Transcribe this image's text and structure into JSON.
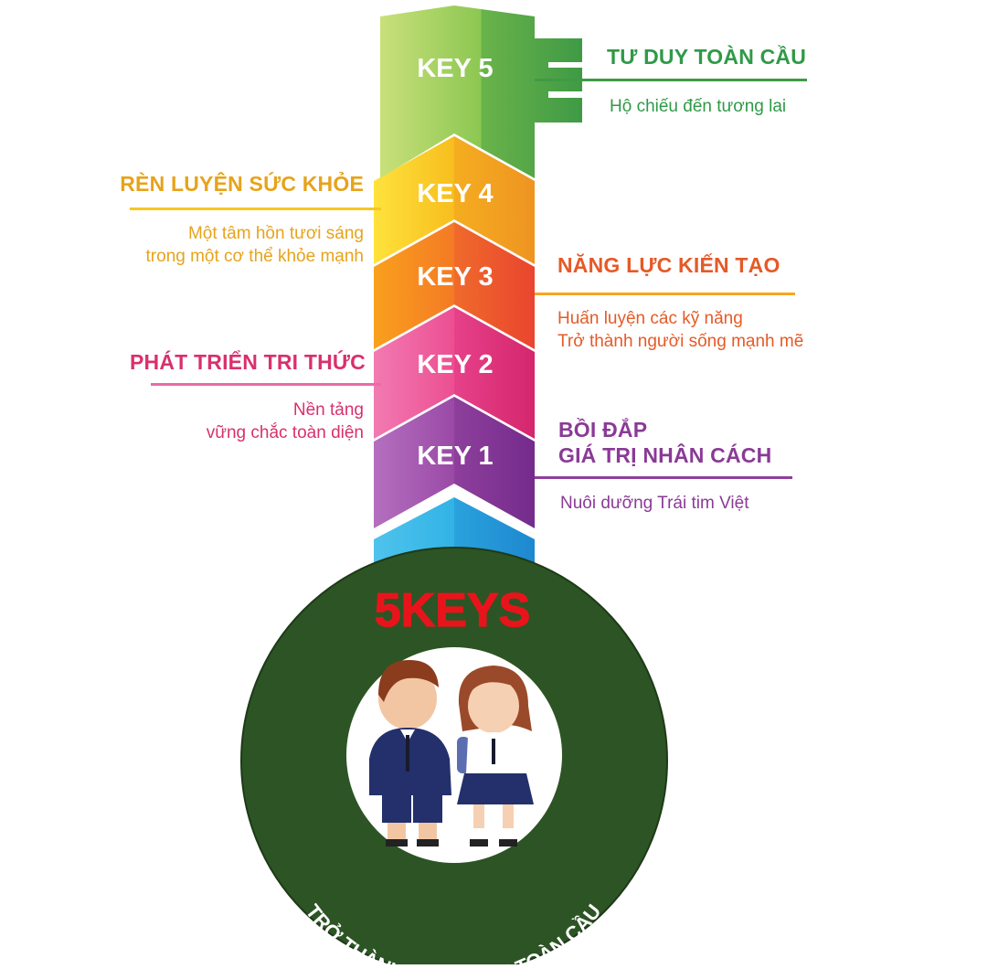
{
  "keys": [
    {
      "label": "KEY 5",
      "color": "#5fb245",
      "heading": "TƯ DUY TOÀN CẦU",
      "desc": [
        "Hộ chiếu đến tương lai"
      ],
      "text_color": "#2f9a47",
      "side": "right"
    },
    {
      "label": "KEY 4",
      "color": "#f5b51b",
      "heading": "RÈN LUYỆN SỨC KHỎE",
      "desc": [
        "Một tâm hồn tươi sáng",
        "trong một cơ thể khỏe mạnh"
      ],
      "text_color": "#e7a31b",
      "side": "left"
    },
    {
      "label": "KEY 3",
      "color": "#f0602a",
      "heading": "NĂNG LỰC KIẾN TẠO",
      "desc": [
        "Huấn luyện các kỹ năng",
        "Trở thành người sống mạnh mẽ"
      ],
      "text_color": "#e55a27",
      "side": "right"
    },
    {
      "label": "KEY 2",
      "color": "#e8457f",
      "heading": "PHÁT TRIỂN TRI THỨC",
      "desc": [
        "Nền tảng",
        "vững chắc toàn diện"
      ],
      "text_color": "#d9306d",
      "side": "left"
    },
    {
      "label": "KEY 1",
      "color": "#8e3d97",
      "heading_lines": [
        "BỒI ĐẮP",
        "GIÁ TRỊ NHÂN CÁCH"
      ],
      "desc": [
        "Nuôi dưỡng Trái tim Việt"
      ],
      "text_color": "#8a3a96",
      "side": "right"
    }
  ],
  "circle": {
    "brand": "5KEYS",
    "arc_text": "TRỞ THÀNH CÔNG DÂN TOÀN CẦU",
    "ring_color": "#2d5424",
    "brand_color": "#e8141c"
  }
}
